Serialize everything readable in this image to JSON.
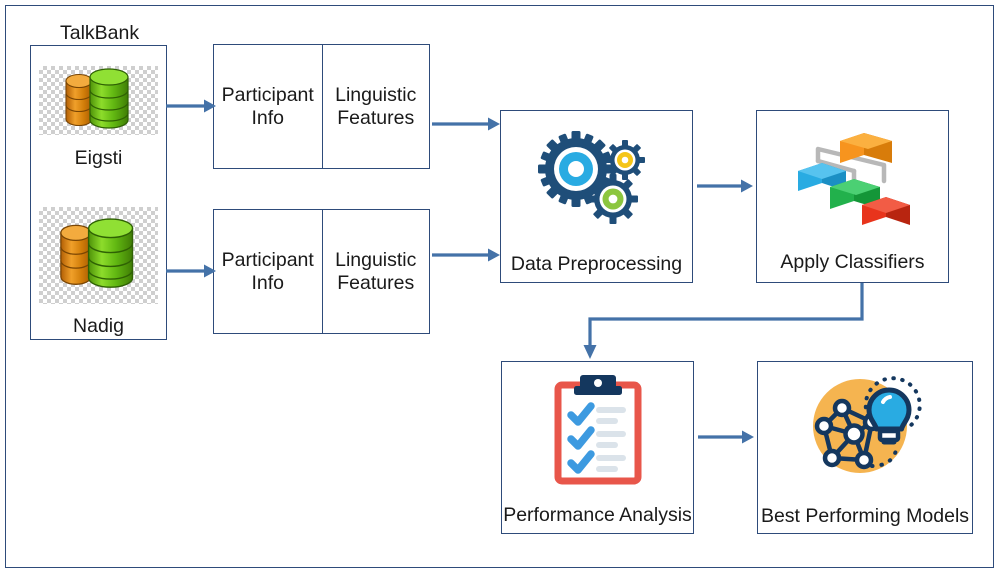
{
  "diagram": {
    "title_label": "TalkBank",
    "colors": {
      "border": "#2e4b7a",
      "arrow": "#4472a8",
      "gear_dark": "#1f4e79",
      "gear_cyan": "#29abe2",
      "gear_yellow": "#f5c518",
      "gear_green": "#8cc63f",
      "block_orange": "#f7941e",
      "block_blue": "#29abe2",
      "block_green": "#22b14c",
      "block_red": "#e8341c",
      "clipboard_red": "#e8564a",
      "clipboard_navy": "#14375e",
      "check_blue": "#3d9ae0",
      "bulb_circle": "#f5b450",
      "db_orange": "#e08214",
      "db_green": "#6abf18"
    },
    "sources": [
      {
        "name": "source-eigsti",
        "label": "Eigsti",
        "icon": "database-stack-icon"
      },
      {
        "name": "source-nadig",
        "label": "Nadig",
        "icon": "database-stack-icon"
      }
    ],
    "feature_tables": [
      {
        "name": "feature-table-eigsti",
        "cells": [
          "Participant Info",
          "Linguistic Features"
        ]
      },
      {
        "name": "feature-table-nadig",
        "cells": [
          "Participant Info",
          "Linguistic Features"
        ]
      }
    ],
    "stages": [
      {
        "name": "stage-data-preprocessing",
        "label": "Data Preprocessing",
        "icon": "gears-icon"
      },
      {
        "name": "stage-apply-classifiers",
        "label": "Apply Classifiers",
        "icon": "classifier-blocks-icon"
      },
      {
        "name": "stage-performance-analysis",
        "label": "Performance Analysis",
        "icon": "clipboard-checklist-icon"
      },
      {
        "name": "stage-best-performing-models",
        "label": "Best Performing Models",
        "icon": "neural-network-bulb-icon"
      }
    ],
    "connectors": [
      {
        "name": "arrow-eigsti-to-table",
        "direction": "right"
      },
      {
        "name": "arrow-nadig-to-table",
        "direction": "right"
      },
      {
        "name": "arrow-table-eigsti-to-preprocessing",
        "direction": "right"
      },
      {
        "name": "arrow-table-nadig-to-preprocessing",
        "direction": "right"
      },
      {
        "name": "arrow-preprocessing-to-classifiers",
        "direction": "right"
      },
      {
        "name": "arrow-classifiers-to-performance",
        "direction": "down-elbow"
      },
      {
        "name": "arrow-performance-to-best-models",
        "direction": "right"
      }
    ]
  }
}
